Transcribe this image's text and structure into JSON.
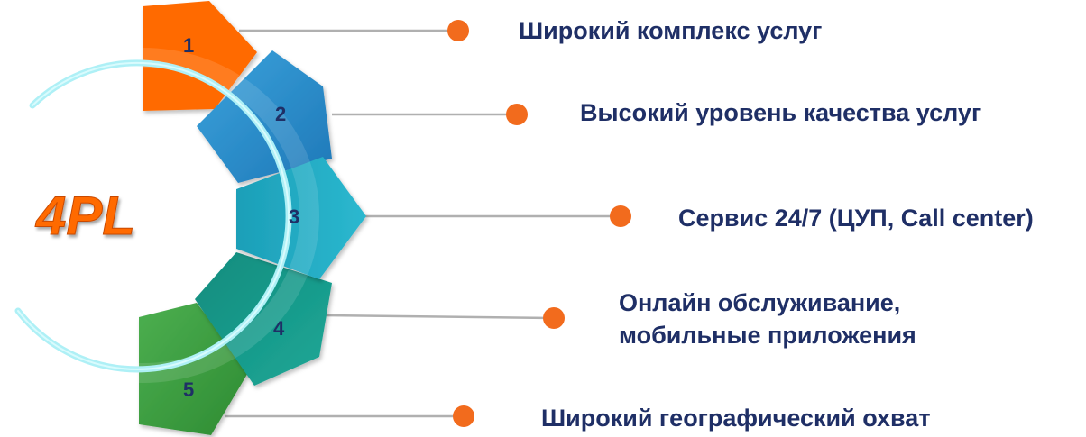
{
  "logo": {
    "text": "4PL"
  },
  "colors": {
    "segment_1": "#ff6a00",
    "segment_2": "#2a8fc9",
    "segment_3": "#22a9c2",
    "segment_4": "#18998a",
    "segment_5": "#43a047",
    "text": "#1f2f66",
    "dot": "#f26b1d",
    "connector": "#b0b0b0",
    "ring": "#aef0f6"
  },
  "items": [
    {
      "number": "1",
      "text": "Широкий комплекс услуг"
    },
    {
      "number": "2",
      "text": "Высокий уровень качества услуг"
    },
    {
      "number": "3",
      "text": "Сервис 24/7 (ЦУП, Call center)"
    },
    {
      "number": "4",
      "text": "Онлайн обслуживание, мобильные приложения",
      "lines": [
        "Онлайн обслуживание,",
        "мобильные приложения"
      ]
    },
    {
      "number": "5",
      "text": "Широкий географический охват"
    }
  ]
}
